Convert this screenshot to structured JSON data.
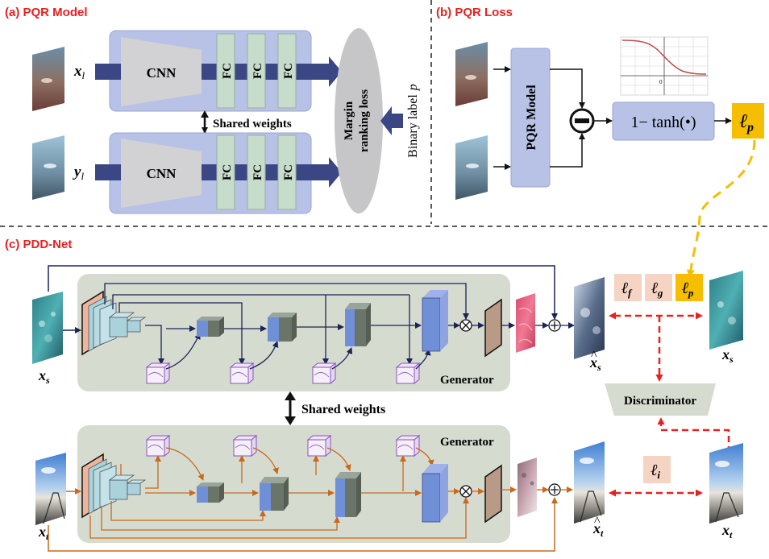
{
  "panel_a": {
    "title": "(a) PQR Model",
    "input_top": "x",
    "input_top_sub": "l",
    "input_bottom": "y",
    "input_bottom_sub": "l",
    "cnn": "CNN",
    "fc": "FC",
    "shared_weights": "Shared weights",
    "margin_loss_line1": "Margin",
    "margin_loss_line2": "ranking loss",
    "binary_label": "Binary label",
    "binary_label_var": "p"
  },
  "panel_b": {
    "title": "(b) PQR Loss",
    "pqr_model": "PQR Model",
    "function": "1− tanh(•)",
    "loss_symbol": "ℓ",
    "loss_sub": "p",
    "plot_zero": "0"
  },
  "panel_c": {
    "title": "(c) PDD-Net",
    "generator": "Generator",
    "shared_weights": "Shared weights",
    "discriminator": "Discriminator",
    "input_source": "x",
    "input_source_sub": "s",
    "input_target": "x",
    "input_target_sub": "t",
    "output_source_sub": "s",
    "output_target_sub": "t",
    "loss_f": "f",
    "loss_g": "g",
    "loss_p": "p",
    "loss_i": "i",
    "ell": "ℓ",
    "real_source_sub": "s",
    "real_target_sub": "t"
  },
  "colors": {
    "accent_red": "#e8201e",
    "navy": "#1a2455",
    "orange": "#c8691c",
    "yellow": "#f5be00",
    "loss_box": "#f6d4c3",
    "pqr_panel": "#b7c2e6",
    "fc_box": "#c8dccc",
    "generator_bg": "#d6dbd0"
  }
}
